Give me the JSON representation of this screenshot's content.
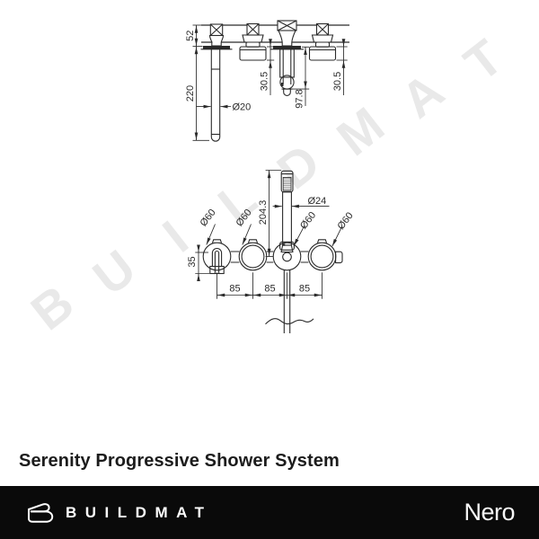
{
  "page": {
    "background": "#ffffff",
    "line_color": "#2a2a2a"
  },
  "watermark": {
    "text": "BUILDMAT",
    "color": "#e9e9e9"
  },
  "title": "Serenity Progressive Shower System",
  "drawing": {
    "top_view": {
      "d52": "52",
      "d220": "220",
      "dia20": "Ø20",
      "d305": "30.5",
      "d978": "97.8"
    },
    "bottom_view": {
      "dia60": "Ø60",
      "d2043": "204.3",
      "dia24": "Ø24",
      "d35": "35",
      "d85": "85"
    }
  },
  "footer": {
    "brand": "BUILDMAT",
    "brand_icon": "buildmat-b-icon",
    "right_brand": "Nero",
    "background": "#0a0a0a"
  }
}
